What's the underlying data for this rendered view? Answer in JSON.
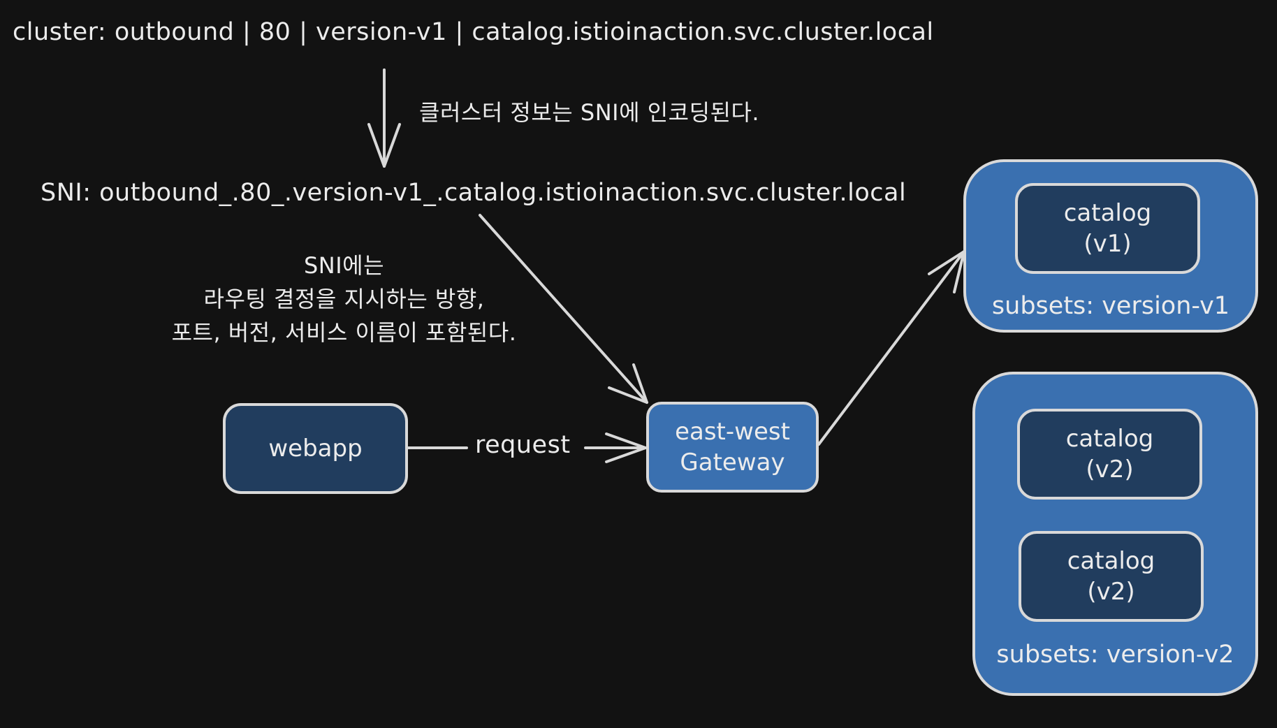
{
  "texts": {
    "cluster_line": "cluster: outbound | 80 | version-v1 | catalog.istioinaction.svc.cluster.local",
    "encode_note": "클러스터 정보는 SNI에 인코딩된다.",
    "sni_line": "SNI: outbound_.80_.version-v1_.catalog.istioinaction.svc.cluster.local",
    "sni_note": [
      "SNI에는",
      "라우팅 결정을 지시하는 방향,",
      "포트, 버전, 서비스 이름이 포함된다."
    ],
    "request_label": "request"
  },
  "nodes": {
    "webapp": [
      "webapp"
    ],
    "gateway": [
      "east-west",
      "Gateway"
    ],
    "catalog_v1": [
      "catalog",
      "(v1)"
    ],
    "catalog_v2_a": [
      "catalog",
      "(v2)"
    ],
    "catalog_v2_b": [
      "catalog",
      "(v2)"
    ]
  },
  "groups": {
    "v1_label": "subsets: version-v1",
    "v2_label": "subsets: version-v2"
  },
  "colors": {
    "background": "#121212",
    "dark_node": "#213d5e",
    "light_node": "#3a70b0",
    "stroke": "#d9d9d9",
    "text": "#ececec"
  }
}
